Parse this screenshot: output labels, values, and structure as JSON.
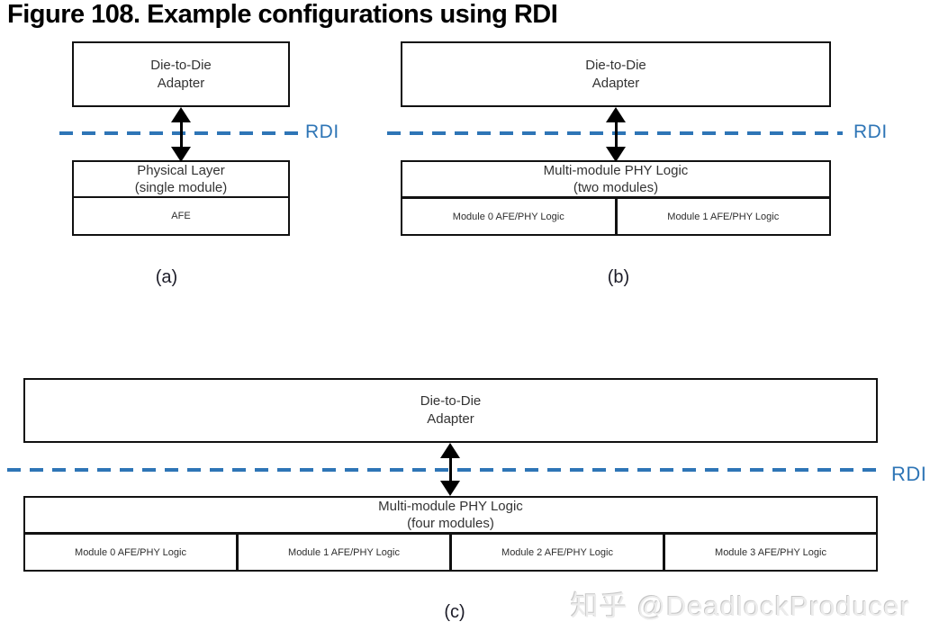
{
  "title": "Figure 108. Example configurations using RDI",
  "watermark": "知乎 @DeadlockProducer",
  "colors": {
    "rdi_blue": "#2E75B6",
    "box_border": "#111111",
    "box_text": "#333333"
  },
  "diagrams": [
    {
      "caption": "(a)",
      "rdi_label": "RDI",
      "adapter": [
        "Die-to-Die",
        "Adapter"
      ],
      "phy_title": [
        "Physical Layer",
        "(single module)"
      ],
      "modules": [
        "AFE"
      ]
    },
    {
      "caption": "(b)",
      "rdi_label": "RDI",
      "adapter": [
        "Die-to-Die",
        "Adapter"
      ],
      "phy_title": [
        "Multi-module PHY Logic",
        "(two modules)"
      ],
      "modules": [
        "Module 0 AFE/PHY Logic",
        "Module 1 AFE/PHY Logic"
      ]
    },
    {
      "caption": "(c)",
      "rdi_label": "RDI",
      "adapter": [
        "Die-to-Die",
        "Adapter"
      ],
      "phy_title": [
        "Multi-module PHY Logic",
        "(four modules)"
      ],
      "modules": [
        "Module 0 AFE/PHY Logic",
        "Module 1 AFE/PHY Logic",
        "Module 2 AFE/PHY Logic",
        "Module 3 AFE/PHY Logic"
      ]
    }
  ]
}
